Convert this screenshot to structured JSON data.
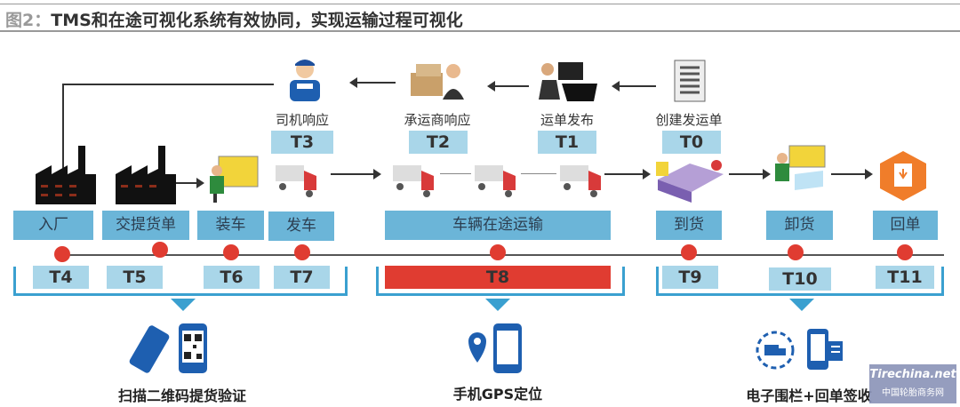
{
  "title": {
    "prefix": "图2：",
    "text": "TMS和在途可视化系统有效协同，实现运输过程可视化"
  },
  "top_steps": [
    {
      "label": "司机响应",
      "t": "T3",
      "icon": "driver-icon"
    },
    {
      "label": "承运商响应",
      "t": "T2",
      "icon": "carrier-icon"
    },
    {
      "label": "运单发布",
      "t": "T1",
      "icon": "dispatcher-icon"
    },
    {
      "label": "创建发运单",
      "t": "T0",
      "icon": "document-icon"
    }
  ],
  "stages": [
    {
      "label": "入厂",
      "t": "T4"
    },
    {
      "label": "交提货单",
      "t": "T5"
    },
    {
      "label": "装车",
      "t": "T6"
    },
    {
      "label": "发车",
      "t": "T7"
    },
    {
      "label": "车辆在途运输",
      "t": "T8"
    },
    {
      "label": "到货",
      "t": "T9"
    },
    {
      "label": "卸货",
      "t": "T10"
    },
    {
      "label": "回单",
      "t": "T11"
    }
  ],
  "groups": [
    {
      "caption": "扫描二维码提货验证",
      "icon": "qr-phone-icon"
    },
    {
      "caption": "手机GPS定位",
      "icon": "gps-phone-icon"
    },
    {
      "caption": "电子围栏+回单签收",
      "icon": "geofence-receipt-icon"
    }
  ],
  "watermark": {
    "brand": "Tirechina.net",
    "cn": "中国轮胎商务网"
  },
  "colors": {
    "stage": "#6bb5d8",
    "tbox": "#a9d6e9",
    "dot": "#e03c31",
    "t8": "#e03c31",
    "bracket": "#3aa0d0"
  }
}
